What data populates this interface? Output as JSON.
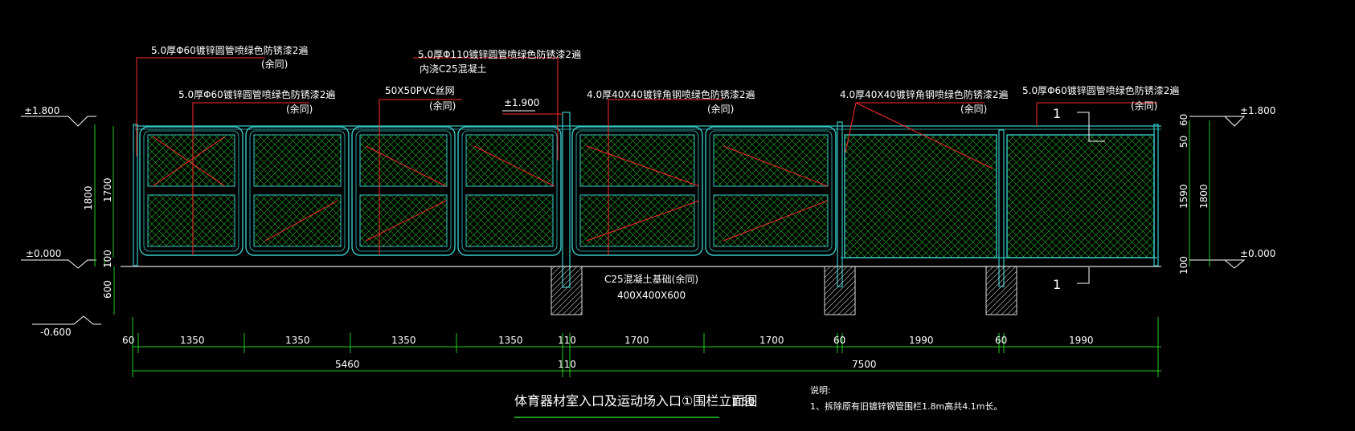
{
  "drawing": {
    "title": "体育器材室入口及运动场入口①围栏立面图",
    "scale": "1:50",
    "notes_heading": "说明:",
    "note_1": "1、拆除原有旧镀锌钢管围栏1.8m高共4.1m长。"
  },
  "annotations": {
    "top_pipe_1_line1": "5.0厚Φ60镀锌圆管喷绿色防锈漆2遍",
    "top_pipe_1_line2": "(余同)",
    "pipe_110_line1": "5.0厚Φ110镀锌圆管喷绿色防锈漆2遍",
    "pipe_110_line2": "内浇C25混凝土",
    "pipe_60_mid_line1": "5.0厚Φ60镀锌圆管喷绿色防锈漆2遍",
    "pipe_60_mid_line2": "(余同)",
    "pvc_mesh_line1": "50X50PVC丝网",
    "pvc_mesh_line2": "(余同)",
    "angle_steel_1_line1": "4.0厚40X40镀锌角钢喷绿色防锈漆2遍",
    "angle_steel_1_line2": "(余同)",
    "angle_steel_2_line1": "4.0厚40X40镀锌角钢喷绿色防锈漆2遍",
    "angle_steel_2_line2": "(余同)",
    "right_pipe_line1": "5.0厚Φ60镀锌圆管喷绿色防锈漆2遍",
    "right_pipe_line2": "(余同)",
    "footing_line1": "C25混凝土基础(余同)",
    "footing_line2": "400X400X600",
    "section_mark": "1"
  },
  "levels": {
    "left_top": "±1.800",
    "left_ground": "±0.000",
    "left_bottom": "-0.600",
    "mid": "±1.900",
    "right_top": "±1.800",
    "right_ground": "±0.000"
  },
  "vertical_dims": {
    "left_total": "1800",
    "left_fence": "1700",
    "left_base": "100",
    "left_footing": "600",
    "right_top": "60",
    "right_gap": "50",
    "right_panel": "1590",
    "right_base": "100",
    "right_total": "1800"
  },
  "horizontal_dims": {
    "row1": [
      "60",
      "1350",
      "1350",
      "1350",
      "1350",
      "110",
      "1700",
      "1700",
      "60",
      "1990",
      "60",
      "1990"
    ],
    "row2": [
      "5460",
      "110",
      "7500"
    ]
  },
  "colors": {
    "frame": "#37c8c8",
    "mesh": "#22bb22",
    "leader": "#ff2a2a",
    "dimension": "#22cc22",
    "text": "#ffffff",
    "hatch": "#d8d8d8"
  }
}
